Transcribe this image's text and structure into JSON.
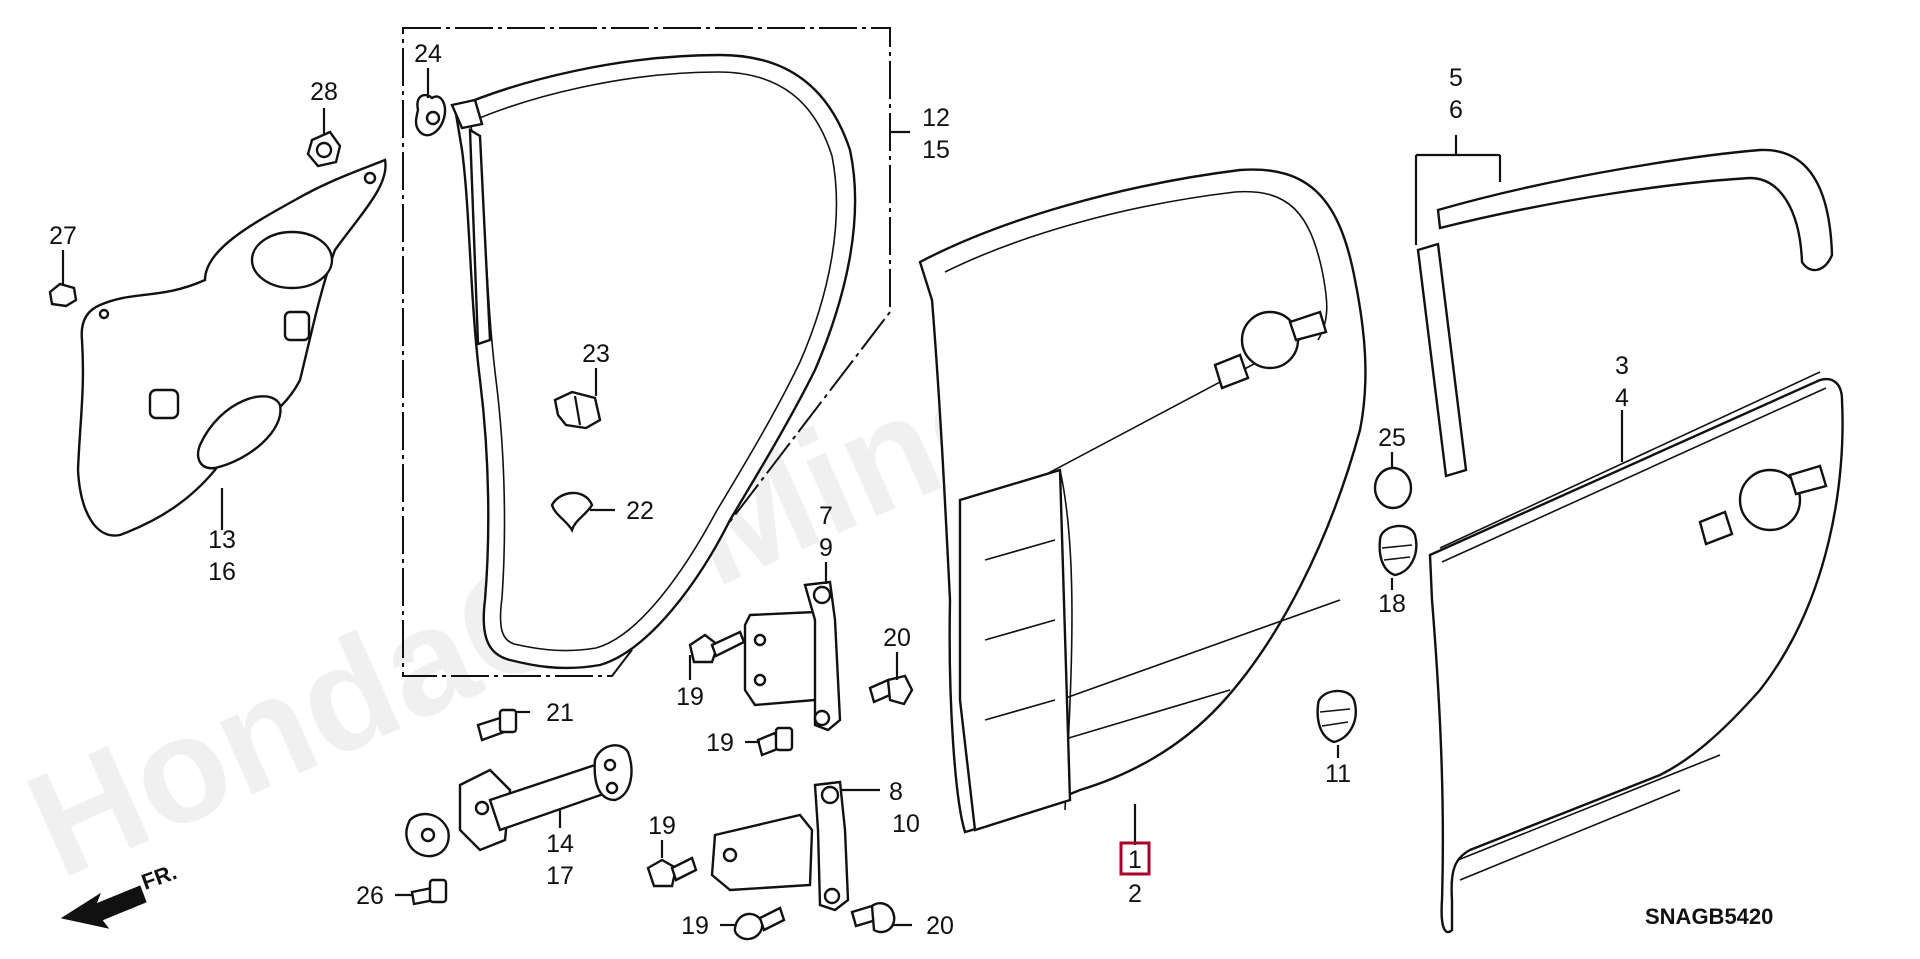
{
  "diagram": {
    "watermark": "HondaCarMine.ru",
    "code": "SNAGB5420",
    "front_marker": "FR.",
    "highlight_color": "#a8002a",
    "labels": [
      {
        "id": "l24",
        "text": "24"
      },
      {
        "id": "l28",
        "text": "28"
      },
      {
        "id": "l27",
        "text": "27"
      },
      {
        "id": "l12",
        "text": "12"
      },
      {
        "id": "l15",
        "text": "15"
      },
      {
        "id": "l23",
        "text": "23"
      },
      {
        "id": "l22",
        "text": "22"
      },
      {
        "id": "l13",
        "text": "13"
      },
      {
        "id": "l16",
        "text": "16"
      },
      {
        "id": "l7",
        "text": "7"
      },
      {
        "id": "l9",
        "text": "9"
      },
      {
        "id": "l20a",
        "text": "20"
      },
      {
        "id": "l19a",
        "text": "19"
      },
      {
        "id": "l19b",
        "text": "19"
      },
      {
        "id": "l21",
        "text": "21"
      },
      {
        "id": "l8",
        "text": "8"
      },
      {
        "id": "l10",
        "text": "10"
      },
      {
        "id": "l19c",
        "text": "19"
      },
      {
        "id": "l14",
        "text": "14"
      },
      {
        "id": "l17",
        "text": "17"
      },
      {
        "id": "l26",
        "text": "26"
      },
      {
        "id": "l19d",
        "text": "19"
      },
      {
        "id": "l20b",
        "text": "20"
      },
      {
        "id": "l1",
        "text": "1"
      },
      {
        "id": "l2",
        "text": "2"
      },
      {
        "id": "l5",
        "text": "5"
      },
      {
        "id": "l6",
        "text": "6"
      },
      {
        "id": "l3",
        "text": "3"
      },
      {
        "id": "l4",
        "text": "4"
      },
      {
        "id": "l25",
        "text": "25"
      },
      {
        "id": "l18",
        "text": "18"
      },
      {
        "id": "l11",
        "text": "11"
      }
    ]
  }
}
